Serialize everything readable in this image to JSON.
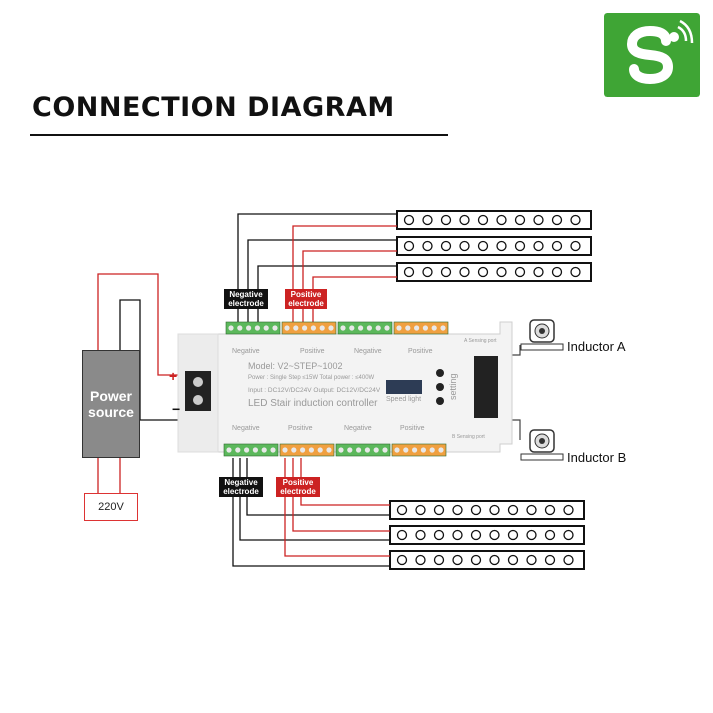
{
  "header": {
    "title": "CONNECTION DIAGRAM"
  },
  "logo": {
    "name": "s-wireless-logo",
    "bg_color": "#3fa535"
  },
  "tags": {
    "negative_top": "Negative\nelectrode",
    "positive_top": "Positive\nelectrode",
    "negative_bottom": "Negative\nelectrode",
    "positive_bottom": "Positive\nelectrode"
  },
  "power_source": {
    "label": "Power\nsource",
    "mains": "220V"
  },
  "inductors": {
    "a": "Inductor A",
    "b": "Inductor B"
  },
  "controller": {
    "model": "Model: V2~STEP~1002",
    "power": "Power : Single Step ≤15W  Total power : ≤400W",
    "input": "Input : DC12V/DC24V Output: DC12V/DC24V",
    "name": "LED Stair induction controller",
    "speed_light": "Speed light",
    "setting": "setting",
    "a_sensing": "A Sensing port",
    "b_sensing": "B Sensing port",
    "plus": "+",
    "minus": "−",
    "top_labels": [
      "Negative",
      "Positive",
      "Negative",
      "Positive"
    ],
    "bottom_labels": [
      "Negative",
      "Positive",
      "Negative",
      "Positive"
    ]
  },
  "colors": {
    "negative": "#111111",
    "positive": "#cc2222",
    "terminal_green": "#5cb85c",
    "terminal_orange": "#f0a040"
  }
}
